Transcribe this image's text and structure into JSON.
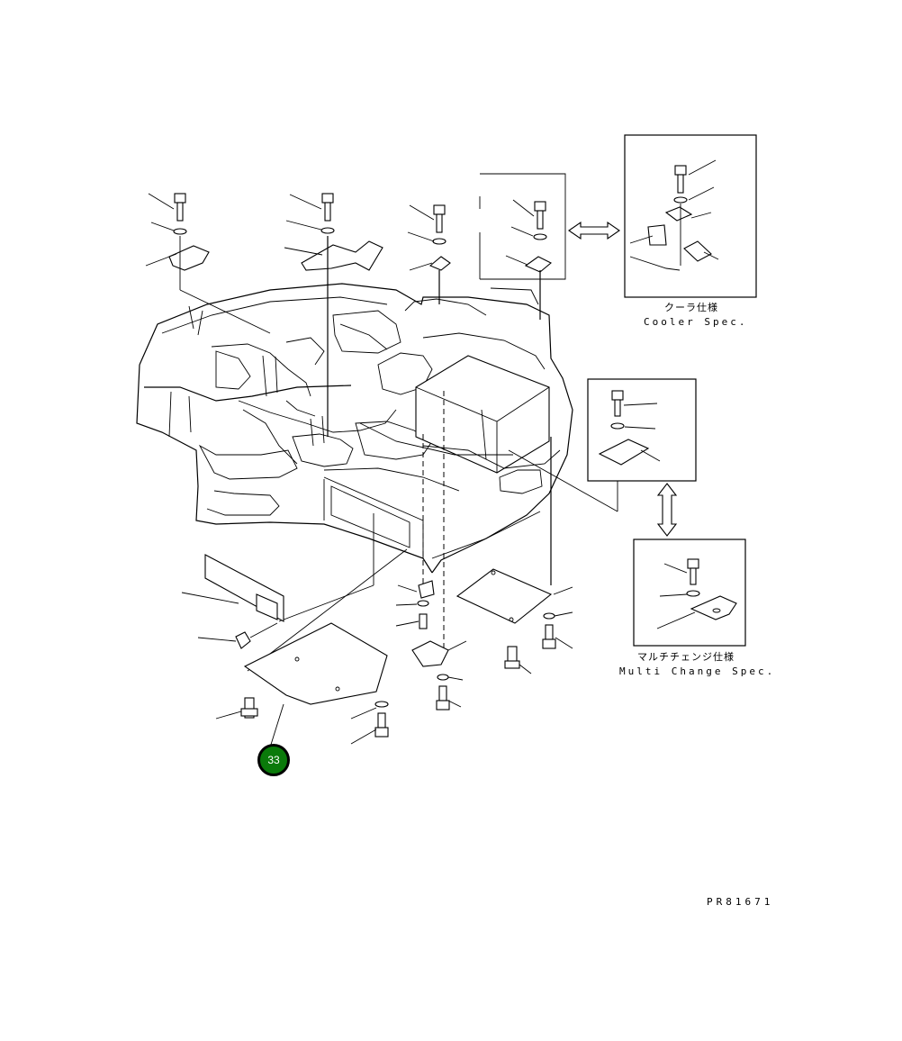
{
  "labels": {
    "cooler_jp": "クーラ仕様",
    "cooler_en": "Cooler Spec.",
    "multi_jp": "マルチチェンジ仕様",
    "multi_en": "Multi Change Spec.",
    "drawing_number": "PR81671"
  },
  "callout": {
    "number": "33",
    "color": "#0a7a0a"
  }
}
